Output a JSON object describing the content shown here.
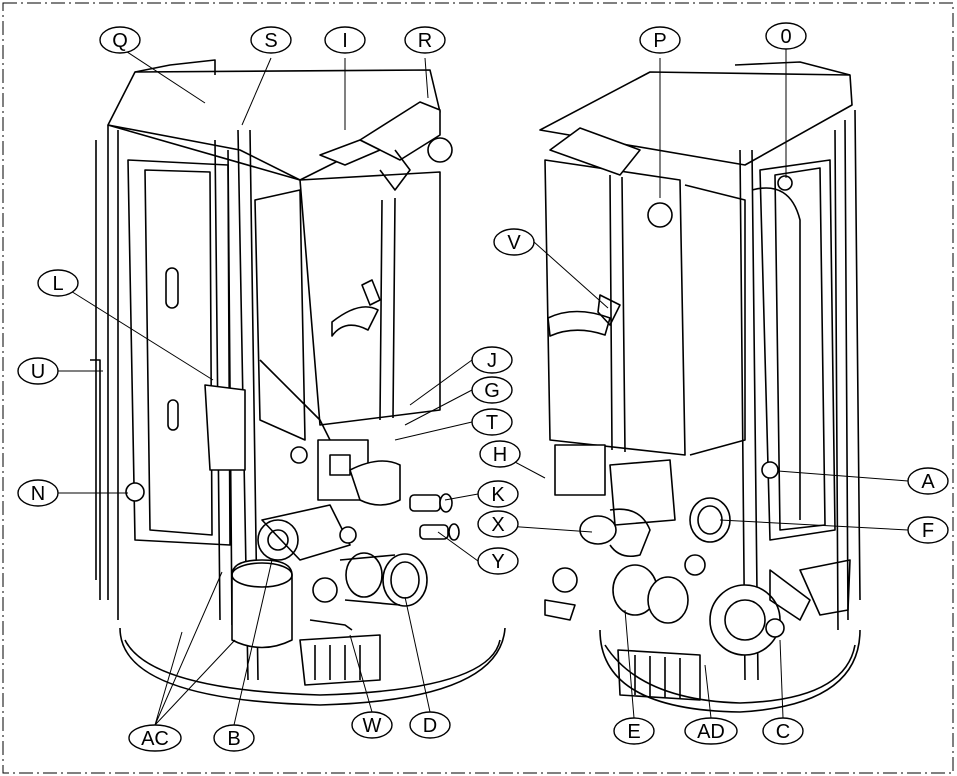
{
  "labels": {
    "Q": "Q",
    "S": "S",
    "I": "I",
    "R": "R",
    "P": "P",
    "O": "0",
    "L": "L",
    "U": "U",
    "N": "N",
    "V": "V",
    "J": "J",
    "G": "G",
    "T": "T",
    "H": "H",
    "K": "K",
    "X": "X",
    "Y": "Y",
    "A": "A",
    "F": "F",
    "AC": "AC",
    "B": "B",
    "W": "W",
    "D": "D",
    "E": "E",
    "AD": "AD",
    "C": "C"
  }
}
